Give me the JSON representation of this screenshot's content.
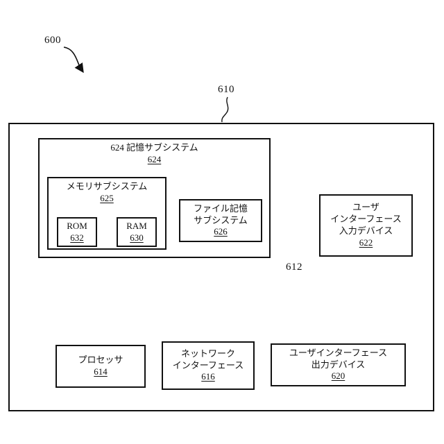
{
  "refs": {
    "figure": "600",
    "outer_box": "610",
    "bus": "612"
  },
  "boxes": {
    "storage": {
      "title": "624 記憶サブシステム",
      "num": "624"
    },
    "memory": {
      "title": "メモリサブシステム",
      "num": "625"
    },
    "rom": {
      "label": "ROM",
      "num": "632"
    },
    "ram": {
      "label": "RAM",
      "num": "630"
    },
    "file_storage": {
      "line1": "ファイル記憶",
      "line2": "サブシステム",
      "num": "626"
    },
    "ui_input": {
      "line1": "ユーザ",
      "line2": "インターフェース",
      "line3": "入力デバイス",
      "num": "622"
    },
    "processor": {
      "label": "プロセッサ",
      "num": "614"
    },
    "network": {
      "line1": "ネットワーク",
      "line2": "インターフェース",
      "num": "616"
    },
    "ui_output": {
      "line1": "ユーザインターフェース",
      "line2": "出力デバイス",
      "num": "620"
    }
  }
}
